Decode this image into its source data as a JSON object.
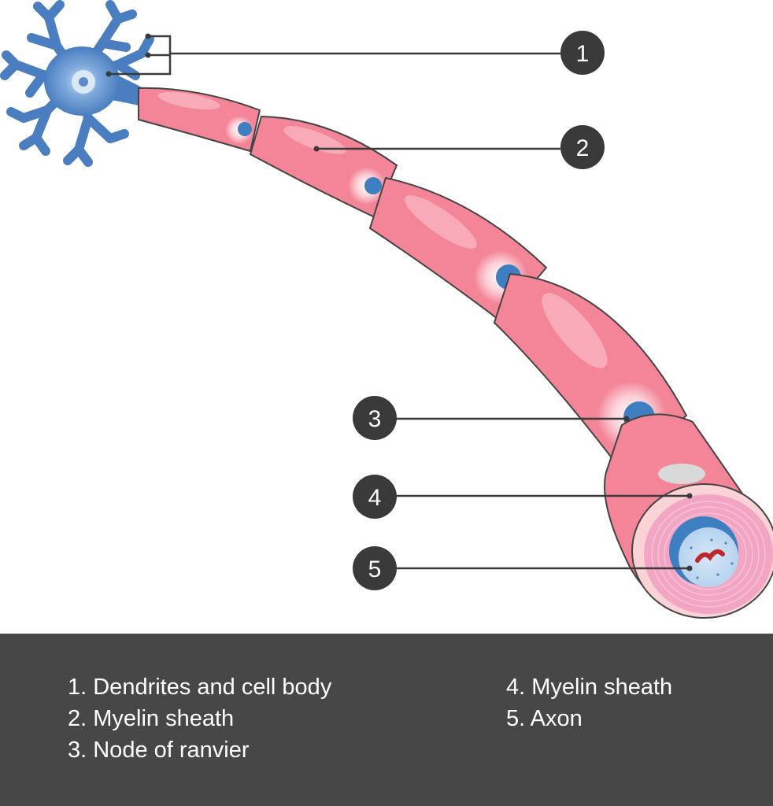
{
  "markers": [
    "1",
    "2",
    "3",
    "4",
    "5"
  ],
  "legend": {
    "left": [
      "1. Dendrites and cell body",
      "2. Myelin sheath",
      "3. Node of ranvier"
    ],
    "right": [
      "4. Myelin sheath",
      "5. Axon"
    ]
  },
  "colors": {
    "neuron": "#4a7ec0",
    "myelin": "#f48598",
    "myelin_highlight": "#f9aab8",
    "node": "#3d7fc1",
    "leader_line": "#3a3a3a",
    "marker_fill": "#3a3a3a",
    "legend_background": "#474747",
    "mitochondrion": "#c0262d"
  }
}
